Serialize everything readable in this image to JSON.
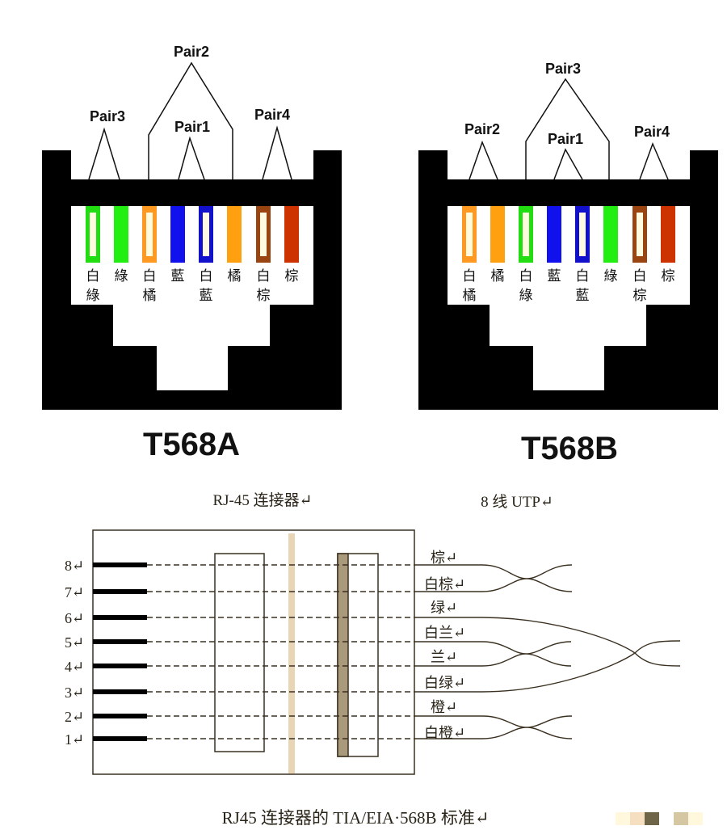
{
  "connectors": [
    {
      "title": "T568A",
      "pairs": [
        {
          "label": "Pair3"
        },
        {
          "label": "Pair2"
        },
        {
          "label": "Pair1"
        },
        {
          "label": "Pair4"
        }
      ],
      "pins": [
        {
          "label": "白綠",
          "color": "#22dd11",
          "striped": true
        },
        {
          "label": "綠",
          "color": "#22ee11",
          "striped": false
        },
        {
          "label": "白橘",
          "color": "#ff9922",
          "striped": true
        },
        {
          "label": "藍",
          "color": "#1111ee",
          "striped": false
        },
        {
          "label": "白藍",
          "color": "#1111cc",
          "striped": true
        },
        {
          "label": "橘",
          "color": "#ffa011",
          "striped": false
        },
        {
          "label": "白棕",
          "color": "#994411",
          "striped": true
        },
        {
          "label": "棕",
          "color": "#cc3300",
          "striped": false
        }
      ]
    },
    {
      "title": "T568B",
      "pairs": [
        {
          "label": "Pair2"
        },
        {
          "label": "Pair3"
        },
        {
          "label": "Pair1"
        },
        {
          "label": "Pair4"
        }
      ],
      "pins": [
        {
          "label": "白橘",
          "color": "#ff9922",
          "striped": true
        },
        {
          "label": "橘",
          "color": "#ffa011",
          "striped": false
        },
        {
          "label": "白綠",
          "color": "#22dd11",
          "striped": true
        },
        {
          "label": "藍",
          "color": "#1111ee",
          "striped": false
        },
        {
          "label": "白藍",
          "color": "#1111cc",
          "striped": true
        },
        {
          "label": "綠",
          "color": "#22ee11",
          "striped": false
        },
        {
          "label": "白棕",
          "color": "#994411",
          "striped": true
        },
        {
          "label": "棕",
          "color": "#cc3300",
          "striped": false
        }
      ]
    }
  ],
  "wiring": {
    "connector_caption": "RJ-45 连接器↵",
    "cable_caption": "8 线 UTP↵",
    "pin_numbers": [
      "8↵",
      "7↵",
      "6↵",
      "5↵",
      "4↵",
      "3↵",
      "2↵",
      "1↵"
    ],
    "wire_labels": [
      "棕↵",
      "白棕↵",
      "绿↵",
      "白兰↵",
      "兰↵",
      "白绿↵",
      "橙↵",
      "白橙↵"
    ],
    "caption": "RJ45 连接器的 TIA/EIA·568B 标准↵"
  },
  "colors": {
    "line": "#3a3020",
    "ink": "#2a2418",
    "tan_bar": "#e8d5b5",
    "dark_bar": "#a89a7a",
    "swatches": [
      "#fff8dc",
      "#f5dfc0",
      "#6e6548",
      "#ffffff",
      "#d6c7a3",
      "#fff8dc"
    ]
  }
}
